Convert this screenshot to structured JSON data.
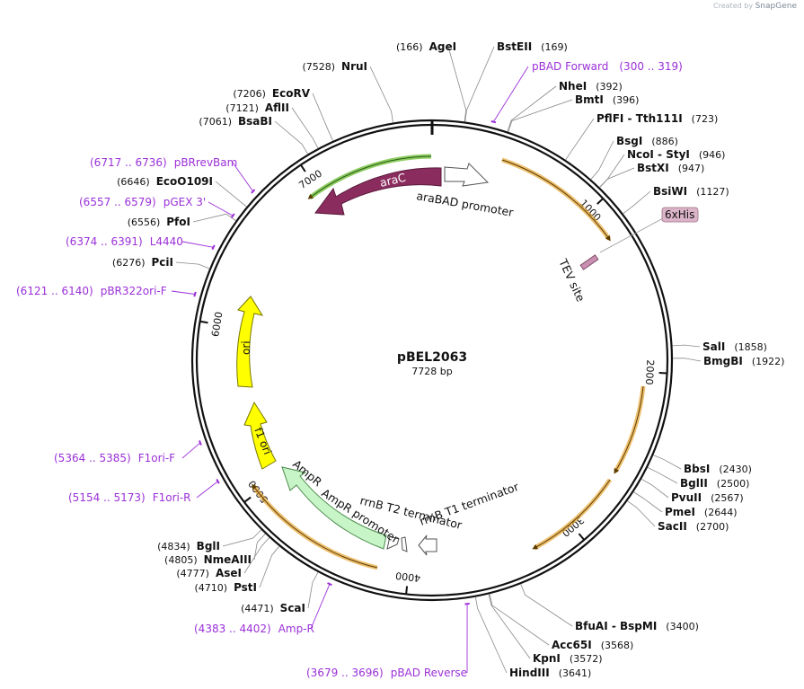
{
  "credit": {
    "text": "Created by",
    "brand": "SnapGene"
  },
  "plasmid": {
    "name": "pBEL2063",
    "length_label": "7728 bp",
    "length": 7728
  },
  "ticks": [
    {
      "pos": 1000,
      "label": "1000"
    },
    {
      "pos": 2000,
      "label": "2000"
    },
    {
      "pos": 3000,
      "label": "3000"
    },
    {
      "pos": 4000,
      "label": "4000"
    },
    {
      "pos": 5000,
      "label": "5000"
    },
    {
      "pos": 6000,
      "label": "6000"
    },
    {
      "pos": 7000,
      "label": "7000"
    }
  ],
  "sites": [
    {
      "name": "AgeI",
      "pos_label": "(166)",
      "pos": 166
    },
    {
      "name": "BstEII",
      "pos_label": "(169)",
      "pos": 169
    },
    {
      "name": "NheI",
      "pos_label": "(392)",
      "pos": 392
    },
    {
      "name": "BmtI",
      "pos_label": "(396)",
      "pos": 396
    },
    {
      "name": "PflFI - Tth111I",
      "pos_label": "(723)",
      "pos": 723
    },
    {
      "name": "BsgI",
      "pos_label": "(886)",
      "pos": 886
    },
    {
      "name": "NcoI - StyI",
      "pos_label": "(946)",
      "pos": 946
    },
    {
      "name": "BstXI",
      "pos_label": "(947)",
      "pos": 947
    },
    {
      "name": "BsiWI",
      "pos_label": "(1127)",
      "pos": 1127
    },
    {
      "name": "SalI",
      "pos_label": "(1858)",
      "pos": 1858
    },
    {
      "name": "BmgBI",
      "pos_label": "(1922)",
      "pos": 1922
    },
    {
      "name": "BbsI",
      "pos_label": "(2430)",
      "pos": 2430
    },
    {
      "name": "BglII",
      "pos_label": "(2500)",
      "pos": 2500
    },
    {
      "name": "PvuII",
      "pos_label": "(2567)",
      "pos": 2567
    },
    {
      "name": "PmeI",
      "pos_label": "(2644)",
      "pos": 2644
    },
    {
      "name": "SacII",
      "pos_label": "(2700)",
      "pos": 2700
    },
    {
      "name": "BfuAI - BspMI",
      "pos_label": "(3400)",
      "pos": 3400
    },
    {
      "name": "Acc65I",
      "pos_label": "(3568)",
      "pos": 3568
    },
    {
      "name": "KpnI",
      "pos_label": "(3572)",
      "pos": 3572
    },
    {
      "name": "HindIII",
      "pos_label": "(3641)",
      "pos": 3641
    },
    {
      "name": "ScaI",
      "pos_label": "(4471)",
      "pos": 4471
    },
    {
      "name": "PstI",
      "pos_label": "(4710)",
      "pos": 4710
    },
    {
      "name": "AseI",
      "pos_label": "(4777)",
      "pos": 4777
    },
    {
      "name": "NmeAIII",
      "pos_label": "(4805)",
      "pos": 4805
    },
    {
      "name": "BglI",
      "pos_label": "(4834)",
      "pos": 4834
    },
    {
      "name": "PciI",
      "pos_label": "(6276)",
      "pos": 6276
    },
    {
      "name": "PfoI",
      "pos_label": "(6556)",
      "pos": 6556
    },
    {
      "name": "EcoO109I",
      "pos_label": "(6646)",
      "pos": 6646
    },
    {
      "name": "BsaBI",
      "pos_label": "(7061)",
      "pos": 7061
    },
    {
      "name": "AflII",
      "pos_label": "(7121)",
      "pos": 7121
    },
    {
      "name": "EcoRV",
      "pos_label": "(7206)",
      "pos": 7206
    },
    {
      "name": "NruI",
      "pos_label": "(7528)",
      "pos": 7528
    }
  ],
  "primers": [
    {
      "name": "pBAD Forward",
      "range_label": "(300 .. 319)",
      "pos": 310
    },
    {
      "name": "pBAD Reverse",
      "range_label": "(3679 .. 3696)",
      "pos": 3688
    },
    {
      "name": "Amp-R",
      "range_label": "(4383 .. 4402)",
      "pos": 4392
    },
    {
      "name": "F1ori-R",
      "range_label": "(5154 .. 5173)",
      "pos": 5163
    },
    {
      "name": "F1ori-F",
      "range_label": "(5364 .. 5385)",
      "pos": 5375
    },
    {
      "name": "pBR322ori-F",
      "range_label": "(6121 .. 6140)",
      "pos": 6130
    },
    {
      "name": "L4440",
      "range_label": "(6374 .. 6391)",
      "pos": 6382
    },
    {
      "name": "pGEX 3'",
      "range_label": "(6557 .. 6579)",
      "pos": 6568
    },
    {
      "name": "pBRrevBam",
      "range_label": "(6717 .. 6736)",
      "pos": 6726
    }
  ],
  "features": [
    {
      "name": "araC",
      "type": "CDS",
      "color": "#8b2c5f"
    },
    {
      "name": "araBAD promoter",
      "type": "promoter",
      "color": "#ffffff"
    },
    {
      "name": "TEV site",
      "type": "protease_site",
      "color": "#c98fb0"
    },
    {
      "name": "6xHis",
      "type": "tag",
      "color": "#dbb4c8"
    },
    {
      "name": "ori",
      "type": "rep_origin",
      "color": "#ffff00"
    },
    {
      "name": "f1 ori",
      "type": "rep_origin",
      "color": "#ffff00"
    },
    {
      "name": "AmpR",
      "type": "CDS",
      "color": "#c8f5c8"
    },
    {
      "name": "AmpR promoter",
      "type": "promoter",
      "color": "#ffffff"
    },
    {
      "name": "rrnB T2 terminator",
      "type": "terminator",
      "color": "#ffffff"
    },
    {
      "name": "rrnB T1 terminator",
      "type": "terminator",
      "color": "#ffffff"
    }
  ],
  "colors": {
    "backbone": "#111111",
    "primer": "#9b30d9",
    "orf": "#e6a431",
    "arac_orf": "#6fbf3a",
    "site_line": "#888888"
  }
}
